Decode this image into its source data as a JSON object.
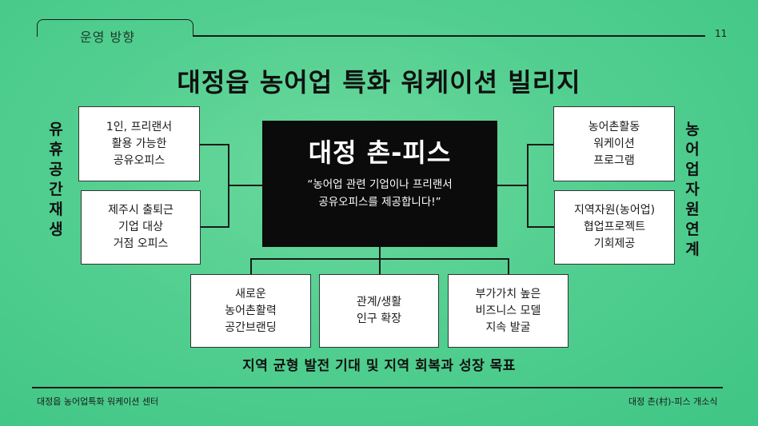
{
  "header": {
    "section_label": "운영 방향",
    "page_number": "11"
  },
  "title": "대정읍 농어업 특화 워케이션 빌리지",
  "center": {
    "name": "대정 촌-피스",
    "quote": "“농어업 관련 기업이나 프리랜서\n공유오피스를 제공합니다!”"
  },
  "left_label": "유휴공간재생",
  "right_label": "농어업자원연계",
  "left_boxes": [
    "1인, 프리랜서\n활용 가능한\n공유오피스",
    "제주시 출퇴근\n기업 대상\n거점 오피스"
  ],
  "right_boxes": [
    "농어촌활동\n워케이션\n프로그램",
    "지역자원(농어업)\n협업프로젝트\n기회제공"
  ],
  "bottom_boxes": [
    "새로운\n농어촌활력\n공간브랜딩",
    "관계/생활\n인구 확장",
    "부가가치 높은\n비즈니스 모델\n지속 발굴"
  ],
  "goal": "지역 균형 발전 기대 및 지역 회복과 성장 목표",
  "footer": {
    "left": "대정읍 농어업특화 워케이션 센터",
    "right": "대정 촌(村)-피스 개소식"
  }
}
